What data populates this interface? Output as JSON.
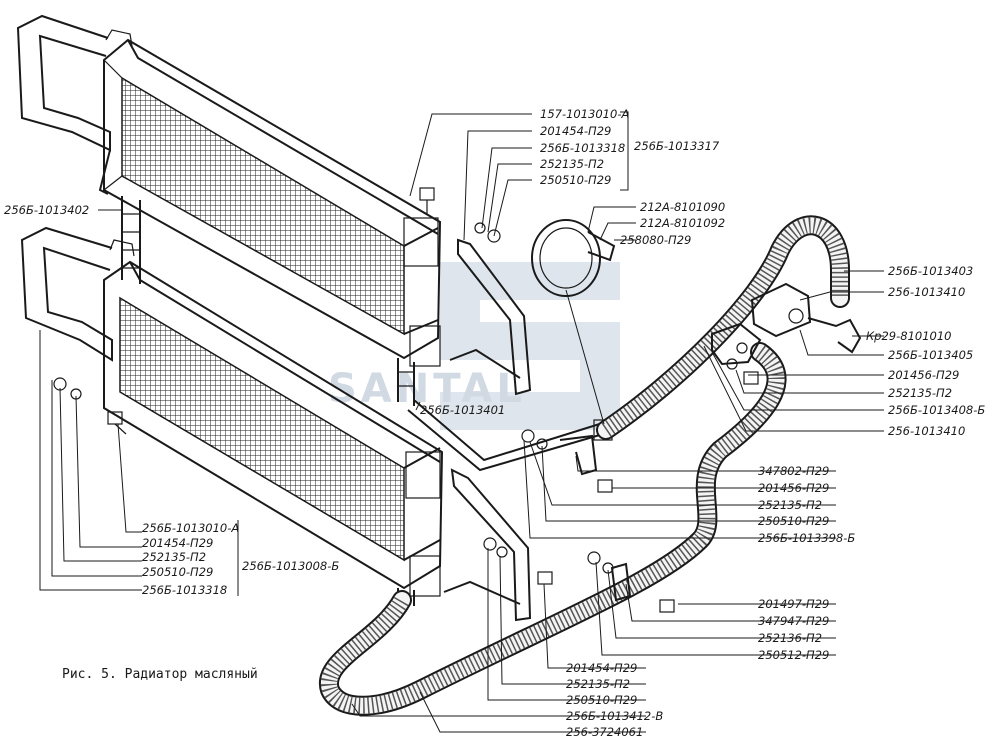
{
  "caption": "Рис. 5. Радиатор масляный",
  "watermark": "SANTAL",
  "labels": [
    "157-1013010-А",
    "201454-П29",
    "256Б-1013318",
    "252135-П2",
    "250510-П29",
    "256Б-1013317",
    "212А-8101090",
    "212А-8101092",
    "258080-П29",
    "256Б-1013402",
    "256Б-1013403",
    "256-1013410",
    "Кр29-8101010",
    "256Б-1013405",
    "201456-П29",
    "252135-П2",
    "256Б-1013408-Б",
    "256-1013410",
    "256Б-1013401",
    "347802-П29",
    "201456-П29",
    "252135-П2",
    "250510-П29",
    "256Б-1013398-Б",
    "256Б-1013010-А",
    "201454-П29",
    "252135-П2",
    "250510-П29",
    "256Б-1013318",
    "256Б-1013008-Б",
    "201497-П29",
    "347947-П29",
    "252136-П2",
    "250512-П29",
    "201454-П29",
    "252135-П2",
    "250510-П29",
    "256Б-1013412-В",
    "256-3724061"
  ]
}
